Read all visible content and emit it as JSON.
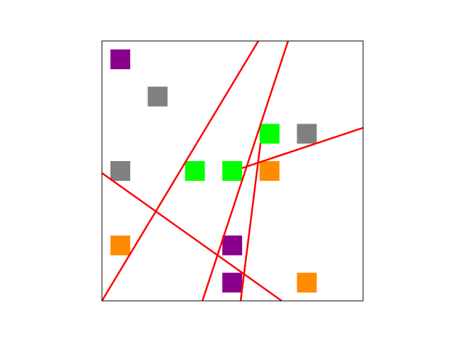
{
  "board": {
    "background": "#ffffff",
    "border_color": "#000000",
    "line_color": "#ff0000",
    "colors": {
      "purple": "#8b008b",
      "gray": "#808080",
      "green": "#00ff00",
      "orange": "#ff8c00"
    },
    "grid": {
      "cols": 7,
      "rows": 7
    },
    "tiles": [
      {
        "id": "tile-purple-1",
        "color": "purple",
        "col": 0,
        "row": 0
      },
      {
        "id": "tile-gray-1",
        "color": "gray",
        "col": 1,
        "row": 1
      },
      {
        "id": "tile-green-1",
        "color": "green",
        "col": 4,
        "row": 2
      },
      {
        "id": "tile-gray-2",
        "color": "gray",
        "col": 5,
        "row": 2
      },
      {
        "id": "tile-gray-3",
        "color": "gray",
        "col": 0,
        "row": 3
      },
      {
        "id": "tile-green-2",
        "color": "green",
        "col": 2,
        "row": 3
      },
      {
        "id": "tile-green-3",
        "color": "green",
        "col": 3,
        "row": 3
      },
      {
        "id": "tile-orange-1",
        "color": "orange",
        "col": 4,
        "row": 3
      },
      {
        "id": "tile-orange-2",
        "color": "orange",
        "col": 0,
        "row": 5
      },
      {
        "id": "tile-purple-2",
        "color": "purple",
        "col": 3,
        "row": 5
      },
      {
        "id": "tile-purple-3",
        "color": "purple",
        "col": 3,
        "row": 6
      },
      {
        "id": "tile-orange-3",
        "color": "orange",
        "col": 5,
        "row": 6
      }
    ]
  }
}
